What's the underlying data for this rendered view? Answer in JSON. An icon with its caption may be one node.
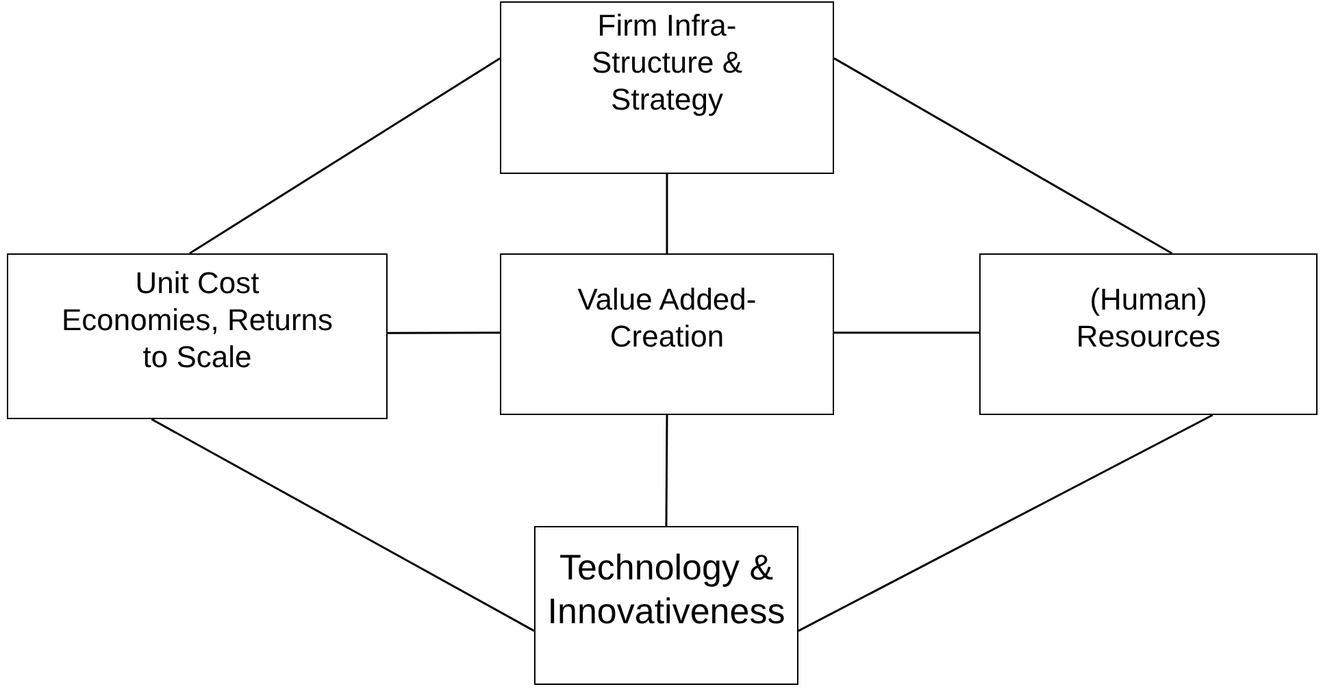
{
  "diagram": {
    "nodes": [
      {
        "text": [
          "Firm Infra-Structure & Strategy"
        ]
      },
      {
        "text": [
          "Unit Cost Economies, Returns to Scale"
        ]
      },
      {
        "text": [
          "Value Added-Creation"
        ]
      },
      {
        "text": [
          "(Human) Resources"
        ]
      },
      {
        "text": [
          "Technology & Innovativeness"
        ]
      }
    ],
    "edges": [
      {
        "from": 0,
        "to": 1,
        "arrow": "none"
      },
      {
        "from": 0,
        "to": 2,
        "arrow": "none"
      },
      {
        "from": 0,
        "to": 3,
        "arrow": "none"
      },
      {
        "from": 1,
        "to": 2,
        "arrow": "none"
      },
      {
        "from": 2,
        "to": 3,
        "arrow": "none"
      },
      {
        "from": 2,
        "to": 4,
        "arrow": "none"
      },
      {
        "from": 1,
        "to": 4,
        "arrow": "none"
      },
      {
        "from": 3,
        "to": 4,
        "arrow": "none"
      }
    ]
  }
}
